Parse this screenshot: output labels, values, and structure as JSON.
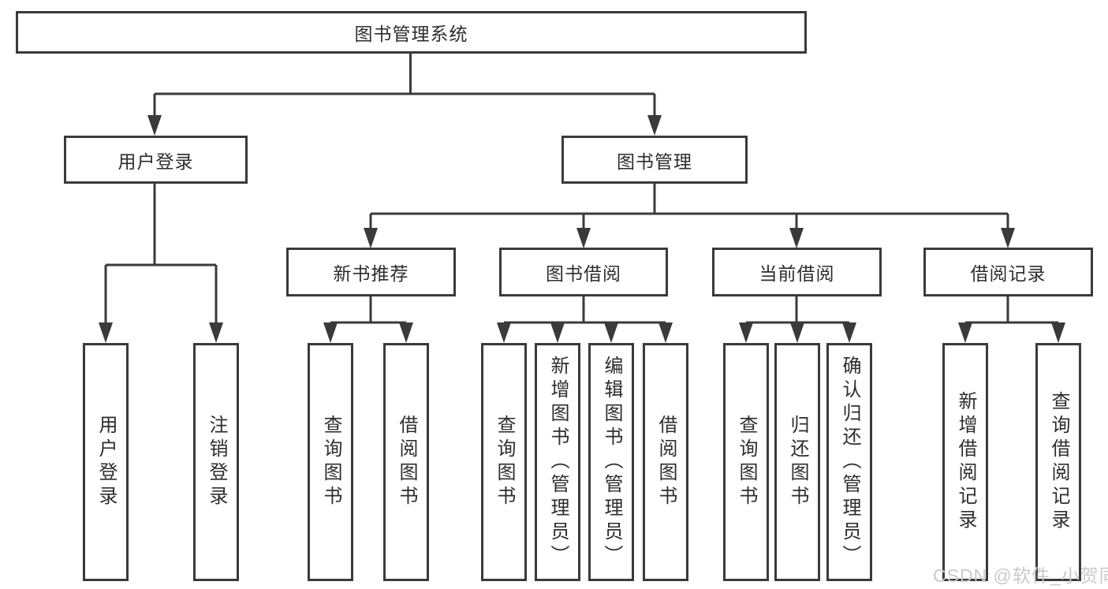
{
  "diagram": {
    "root": {
      "label": "图书管理系统"
    },
    "level2": [
      {
        "label": "用户登录"
      },
      {
        "label": "图书管理"
      }
    ],
    "level3": [
      {
        "label": "新书推荐",
        "parent": "图书管理"
      },
      {
        "label": "图书借阅",
        "parent": "图书管理"
      },
      {
        "label": "当前借阅",
        "parent": "图书管理"
      },
      {
        "label": "借阅记录",
        "parent": "图书管理"
      }
    ],
    "leaves": [
      {
        "label": "用户登录",
        "parent": "用户登录"
      },
      {
        "label": "注销登录",
        "parent": "用户登录"
      },
      {
        "label": "查询图书",
        "parent": "新书推荐"
      },
      {
        "label": "借阅图书",
        "parent": "新书推荐"
      },
      {
        "label": "查询图书",
        "parent": "图书借阅"
      },
      {
        "label": "新增图书（管理员）",
        "parent": "图书借阅"
      },
      {
        "label": "编辑图书（管理员）",
        "parent": "图书借阅"
      },
      {
        "label": "借阅图书",
        "parent": "图书借阅"
      },
      {
        "label": "查询图书",
        "parent": "当前借阅"
      },
      {
        "label": "归还图书",
        "parent": "当前借阅"
      },
      {
        "label": "确认归还（管理员）",
        "parent": "当前借阅"
      },
      {
        "label": "新增借阅记录",
        "parent": "借阅记录"
      },
      {
        "label": "查询借阅记录",
        "parent": "借阅记录"
      }
    ],
    "watermark": "CSDN @软件_小贺同学",
    "colors": {
      "line": "#3a3a3a",
      "text": "#2d2d2d",
      "box_background": "#ffffff",
      "watermark": "#c9c9c9",
      "background": "#ffffff"
    }
  }
}
